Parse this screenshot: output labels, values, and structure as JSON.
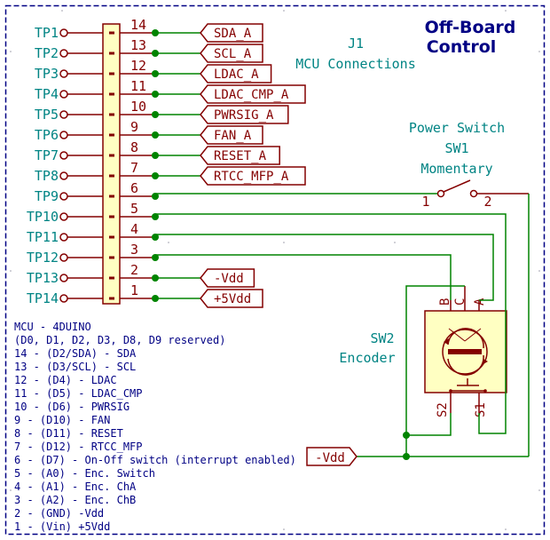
{
  "title": {
    "line1": "Off-Board",
    "line2": "Control"
  },
  "connector": {
    "ref": "J1",
    "value": "MCU Connections"
  },
  "test_points": [
    "TP1",
    "TP2",
    "TP3",
    "TP4",
    "TP5",
    "TP6",
    "TP7",
    "TP8",
    "TP9",
    "TP10",
    "TP11",
    "TP12",
    "TP13",
    "TP14"
  ],
  "pin_numbers": [
    "14",
    "13",
    "12",
    "11",
    "10",
    "9",
    "8",
    "7",
    "6",
    "5",
    "4",
    "3",
    "2",
    "1"
  ],
  "net_labels": [
    "SDA_A",
    "SCL_A",
    "LDAC_A",
    "LDAC_CMP_A",
    "PWRSIG_A",
    "FAN_A",
    "RESET_A",
    "RTCC_MFP_A",
    "",
    "",
    "",
    "",
    "-Vdd",
    "+5Vdd"
  ],
  "switch": {
    "title": "Power Switch",
    "ref": "SW1",
    "type": "Momentary",
    "pin1": "1",
    "pin2": "2"
  },
  "encoder": {
    "ref": "SW2",
    "name": "Encoder",
    "pin_b": "B",
    "pin_c": "C",
    "pin_a": "A",
    "pin_s2": "S2",
    "pin_s1": "S1"
  },
  "vdd_label": "-Vdd",
  "notes": [
    "MCU - 4DUINO",
    "(D0, D1, D2, D3, D8, D9 reserved)",
    "14 - (D2/SDA) - SDA",
    "13 - (D3/SCL) - SCL",
    "12 - (D4) - LDAC",
    "11 - (D5) - LDAC_CMP",
    "10 - (D6) - PWRSIG",
    "9 - (D10) - FAN",
    "8 - (D11) - RESET",
    "7 - (D12) - RTCC_MFP",
    "6 - (D7) - On-Off switch (interrupt enabled)",
    "5 - (A0) - Enc. Switch",
    "4 - (A1) - Enc. ChA",
    "3 - (A2) - Enc. ChB",
    "2 - (GND) -Vdd",
    "1 - (Vin) +5Vdd"
  ],
  "colors": {
    "wire": "#008400",
    "symbol": "#840000",
    "refdes": "#008484",
    "notes": "#000084",
    "body": "#ffffc2",
    "frame": "#000084"
  }
}
